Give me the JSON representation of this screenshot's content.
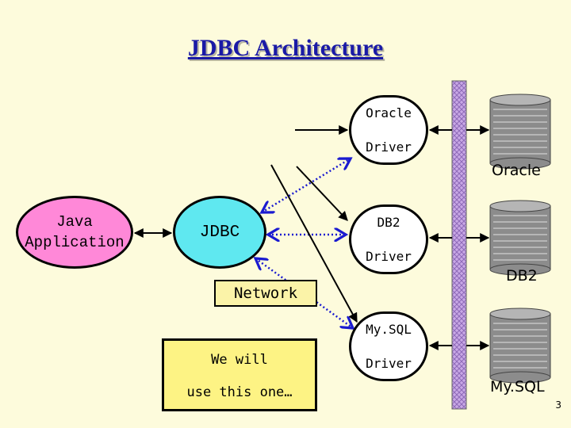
{
  "title": "JDBC Architecture",
  "java_app": {
    "line1": "Java",
    "line2": "Application"
  },
  "jdbc": {
    "label": "JDBC"
  },
  "drivers": {
    "oracle": {
      "line1": "Oracle",
      "line2": "Driver"
    },
    "db2": {
      "line1": "DB2",
      "line2": "Driver"
    },
    "mysql": {
      "line1": "My.SQL",
      "line2": "Driver"
    }
  },
  "databases": {
    "oracle": "Oracle",
    "db2": "DB2",
    "mysql": "My.SQL"
  },
  "network_label": "Network",
  "note": {
    "line1": "We will",
    "line2": "use this one…"
  },
  "page_number": "3",
  "colors": {
    "background": "#fdfbdc",
    "title": "#1a1aa6",
    "java_app": "#ff88d8",
    "jdbc": "#5fe8f0",
    "dotted_arrows": "#1a1ad0",
    "network_bar": "#c9a8e6",
    "note": "#fdf384"
  }
}
